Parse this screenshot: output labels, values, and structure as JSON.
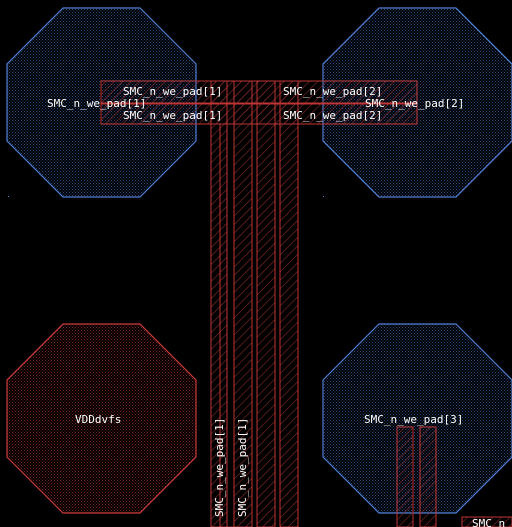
{
  "layout_view": {
    "colors": {
      "background": "#000000",
      "metal_pad_blue": "#4f7fd6",
      "power_pad_red": "#c93a3a",
      "wire_red": "#c03535",
      "text": "#ffffff"
    },
    "pads": [
      {
        "id": "pad-tl",
        "label": "SMC_n_we_pad[1]",
        "kind": "signal"
      },
      {
        "id": "pad-tr",
        "label": "SMC_n_we_pad[2]",
        "kind": "signal"
      },
      {
        "id": "pad-bl",
        "label": "VDDdvfs",
        "kind": "power"
      },
      {
        "id": "pad-br",
        "label": "SMC_n_we_pad[3]",
        "kind": "signal"
      }
    ],
    "net_labels": {
      "top_left_upper": "SMC_n_we_pad[1]",
      "top_left_lower": "SMC_n_we_pad[1]",
      "top_right_upper": "SMC_n_we_pad[2]",
      "top_right_lower": "SMC_n_we_pad[2]",
      "vertical_a": "SMC_n_we_pad[1]",
      "vertical_b": "SMC_n_we_pad[1]",
      "bottom_right_cut": "SMC_n_"
    }
  }
}
